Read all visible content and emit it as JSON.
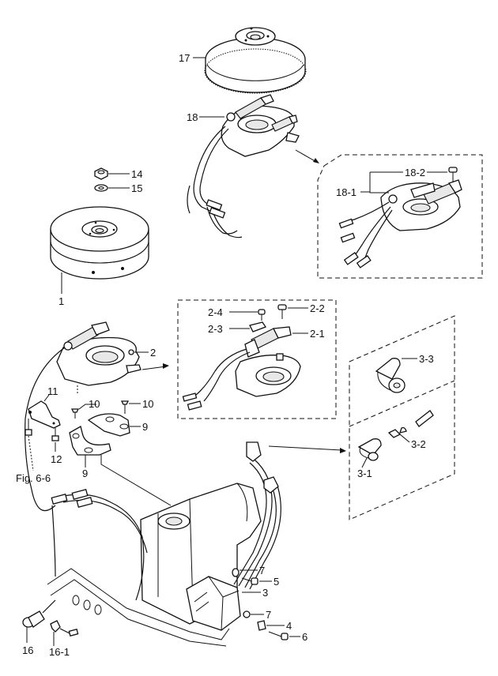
{
  "diagram": {
    "title": "Ignition system exploded parts diagram",
    "callouts": {
      "p17": "17",
      "p18": "18",
      "p18_1": "18-1",
      "p18_2": "18-2",
      "p14": "14",
      "p15": "15",
      "p1": "1",
      "p2": "2",
      "p2_1": "2-1",
      "p2_2": "2-2",
      "p2_3": "2-3",
      "p2_4": "2-4",
      "p3": "3",
      "p3_1": "3-1",
      "p3_2": "3-2",
      "p3_3": "3-3",
      "p4": "4",
      "p5": "5",
      "p6": "6",
      "p7a": "7",
      "p7b": "7",
      "p9a": "9",
      "p9b": "9",
      "p10a": "10",
      "p10b": "10",
      "p11": "11",
      "p12": "12",
      "p16": "16",
      "p16_1": "16-1",
      "fig_ref": "Fig. 6-6"
    }
  }
}
